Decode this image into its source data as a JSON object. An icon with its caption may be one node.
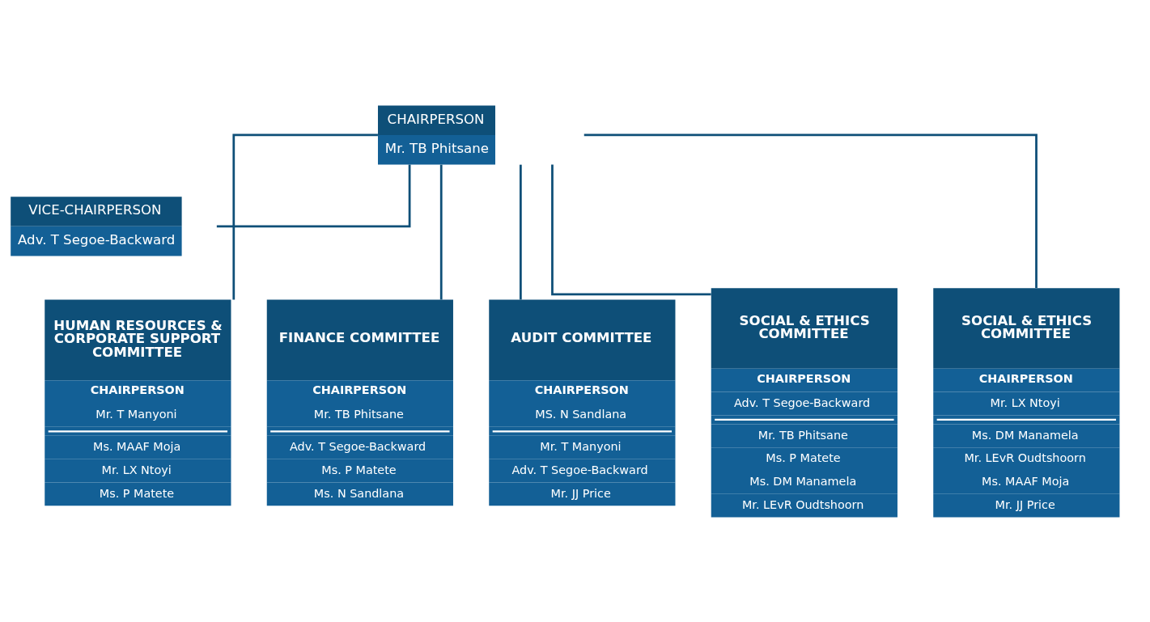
{
  "diagram": {
    "nodes": [
      {
        "text": [
          "CHAIRPERSON",
          "Mr. TB Phitsane"
        ]
      },
      {
        "text": [
          "VICE-CHAIRPERSON",
          "Adv. T Segoe-Backward"
        ]
      },
      {
        "text": [
          "HUMAN RESOURCES & CORPORATE SUPPORT COMMITTEE",
          "CHAIRPERSON",
          "Mr. T Manyoni",
          "Ms. MAAF Moja",
          "Mr. LX Ntoyi",
          "Ms. P Matete"
        ]
      },
      {
        "text": [
          "FINANCE COMMITTEE",
          "CHAIRPERSON",
          "Mr. TB Phitsane",
          "Adv. T Segoe-Backward",
          "Ms. P Matete",
          "Ms. N Sandlana"
        ]
      },
      {
        "text": [
          "AUDIT COMMITTEE",
          "CHAIRPERSON",
          "MS. N Sandlana",
          "Mr. T Manyoni",
          "Adv. T Segoe-Backward",
          "Mr. JJ Price"
        ]
      },
      {
        "text": [
          "SOCIAL & ETHICS COMMITTEE",
          "CHAIRPERSON",
          "Adv. T Segoe-Backward",
          "Mr. TB Phitsane",
          "Ms. P Matete",
          "Ms. DM Manamela",
          "Mr. LEvR Oudtshoorn"
        ]
      },
      {
        "text": [
          "SOCIAL & ETHICS COMMITTEE",
          "CHAIRPERSON",
          "Mr. LX Ntoyi",
          "Ms. DM Manamela",
          "Mr. LEvR Oudtshoorn",
          "Ms. MAAF Moja",
          "Mr. JJ Price"
        ]
      }
    ],
    "edges": [
      {
        "from": 0,
        "to": 1,
        "arrow": "none"
      },
      {
        "from": 0,
        "to": 2,
        "arrow": "none"
      },
      {
        "from": 0,
        "to": 3,
        "arrow": "none"
      },
      {
        "from": 0,
        "to": 4,
        "arrow": "none"
      },
      {
        "from": 0,
        "to": 5,
        "arrow": "none"
      },
      {
        "from": 0,
        "to": 6,
        "arrow": "none"
      }
    ]
  }
}
